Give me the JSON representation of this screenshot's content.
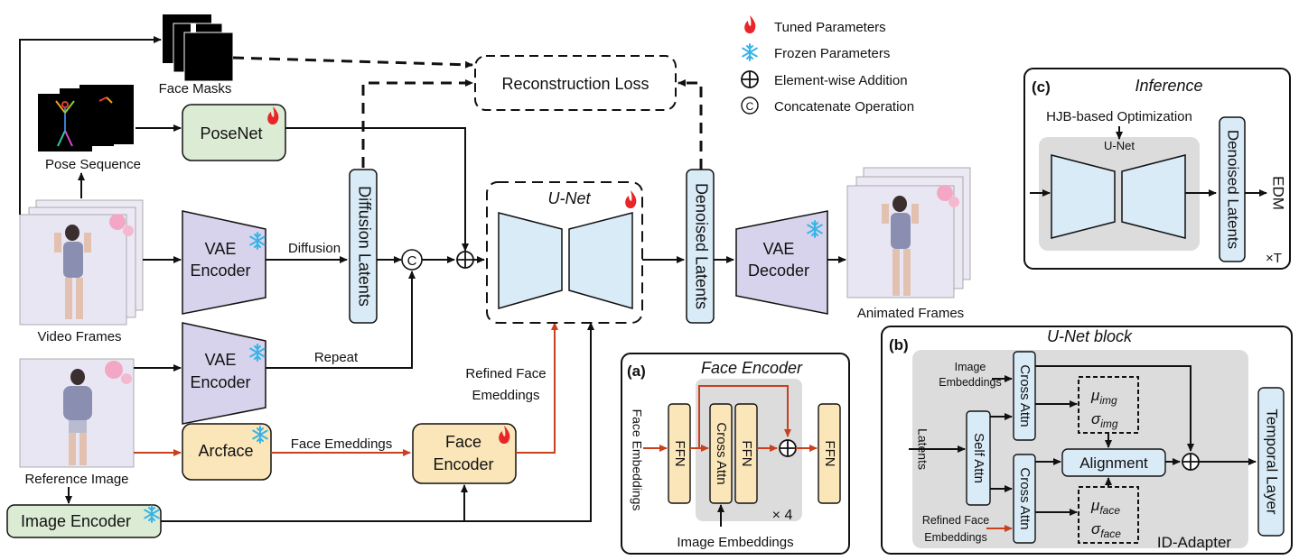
{
  "legend": {
    "tuned": "Tuned Parameters",
    "frozen": "Frozen Parameters",
    "addition": "Element-wise Addition",
    "concat": "Concatenate Operation"
  },
  "main": {
    "face_masks": "Face Masks",
    "pose_sequence": "Pose Sequence",
    "video_frames": "Video Frames",
    "reference_image": "Reference Image",
    "posenet": "PoseNet",
    "vae": "VAE",
    "encoder": "Encoder",
    "decoder": "Decoder",
    "diffusion": "Diffusion",
    "repeat": "Repeat",
    "diffusion_latents": "Diffusion Latents",
    "reconstruction_loss": "Reconstruction Loss",
    "unet": "U-Net",
    "denoised_latents": "Denoised Latents",
    "animated_frames": "Animated Frames",
    "arcface": "Arcface",
    "face_emeddings": "Face Emeddings",
    "face": "Face",
    "refined_face_1": "Refined Face",
    "refined_face_2": "Emeddings",
    "image_encoder": "Image Encoder",
    "concat_symbol": "C"
  },
  "panel_c": {
    "tag": "(c)",
    "title": "Inference",
    "hjb": "HJB-based Optimization",
    "unet": "U-Net",
    "denoised_latents": "Denoised Latents",
    "edm": "EDM",
    "times_t": "×T"
  },
  "panel_a": {
    "tag": "(a)",
    "title": "Face Encoder",
    "face_embeddings": "Face Embeddings",
    "ffn": "FFN",
    "cross_attn": "Cross Attn",
    "times4": "× 4",
    "image_embeddings": "Image Embeddings"
  },
  "panel_b": {
    "tag": "(b)",
    "title": "U-Net block",
    "image_emb_1": "Image",
    "image_emb_2": "Embeddings",
    "latents": "Latents",
    "refined_1": "Refined Face",
    "refined_2": "Embeddings",
    "cross_attn": "Cross Attn",
    "self_attn": "Self Attn",
    "mu": "μ",
    "sigma": "σ",
    "img_sub": "img",
    "face_sub": "face",
    "alignment": "Alignment",
    "temporal_layer": "Temporal Layer",
    "id_adapter": "ID-Adapter"
  },
  "colors": {
    "tuned_flame": "#e8262a",
    "frozen_snow": "#39b3e6",
    "vae_fill": "#d7d3ec",
    "posenet_fill": "#dcecd4",
    "arcface_fill": "#fbe6b9",
    "latent_fill": "#d9ebf7",
    "ffn_fill": "#fbe6b9",
    "panel_gray": "#dcdcdc",
    "red_arrow": "#c8401e"
  }
}
